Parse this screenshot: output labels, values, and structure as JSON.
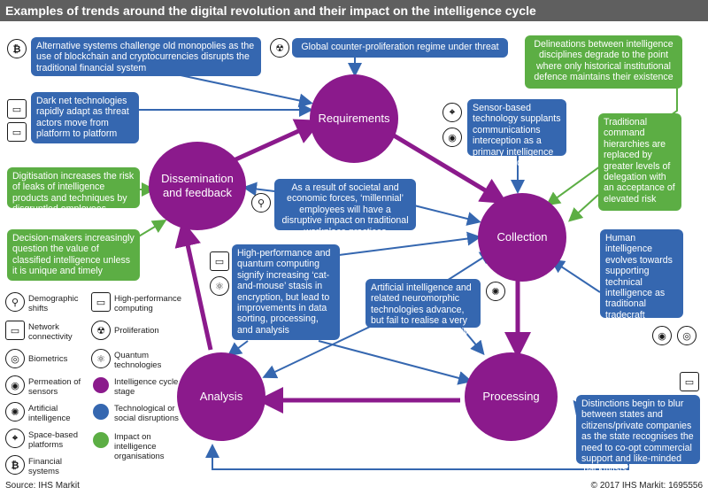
{
  "title": "Examples of trends around the digital revolution and their impact on the intelligence cycle",
  "stages": {
    "requirements": "Requirements",
    "dissemination": "Dissemination and feedback",
    "collection": "Collection",
    "analysis": "Analysis",
    "processing": "Processing"
  },
  "boxes": {
    "blockchain": "Alternative systems challenge old monopolies as the use of blockchain and cryptocurrencies disrupts the traditional financial system",
    "proliferation": "Global counter-proliferation regime under threat",
    "delineations": "Delineations between intelligence disciplines degrade to the point where only historical institutional defence maintains their existence",
    "darknet": "Dark net technologies rapidly adapt as threat actors move from platform to platform",
    "sensor": "Sensor-based technology supplants communications interception as a primary intelligence collection tool",
    "command": "Traditional command hierarchies are replaced by greater levels of delegation with an acceptance of elevated risk",
    "digitisation": "Digitisation increases the risk of leaks of intelligence products and techniques by disgruntled employees",
    "millennial": "As a result of societal and economic forces, ‘millennial’ employees will have a disruptive impact on traditional workplace practices",
    "decision": "Decision-makers increasingly question the value of classified intelligence unless it is unique and timely",
    "hpc": "High-performance and quantum computing signify increasing ‘cat-and-mouse’ stasis in encryption, but lead to improvements in data sorting, processing, and analysis",
    "humint": "Human intelligence evolves towards supporting technical intelligence as traditional tradecraft becomes impossible because of sensors and biometrics",
    "ai": "Artificial intelligence and related neuromorphic technologies advance, but fail to realise a very high degree of disruptive potential",
    "distinctions": "Distinctions begin to blur between states and citizens/private companies as the state recognises the need to co-opt commercial support and like-minded ‘hacktivists’"
  },
  "legend": {
    "demographic": "Demographic shifts",
    "network": "Network connectivity",
    "biometrics": "Biometrics",
    "sensors": "Permeation of sensors",
    "ai": "Artificial intelligence",
    "space": "Space-based platforms",
    "financial": "Financial systems",
    "hpc": "High-performance computing",
    "proliferation": "Proliferation",
    "quantum": "Quantum technologies",
    "stage": "Intelligence cycle stage",
    "tech": "Technological or social disruptions",
    "impact": "Impact on intelligence organisations"
  },
  "icons": {
    "bitcoin": "₿",
    "laptop": "▭",
    "atom": "⚛",
    "radiation": "☢",
    "satellite": "⌖",
    "signal": "◉",
    "people": "⚲",
    "fingerprint": "◎",
    "brain": "✺"
  },
  "colors": {
    "stage": "#8b1a8c",
    "tech": "#3567b0",
    "impact": "#5cae44"
  },
  "footer": {
    "source": "Source: IHS Markit",
    "copyright": "© 2017 IHS Markit: 1695556"
  }
}
